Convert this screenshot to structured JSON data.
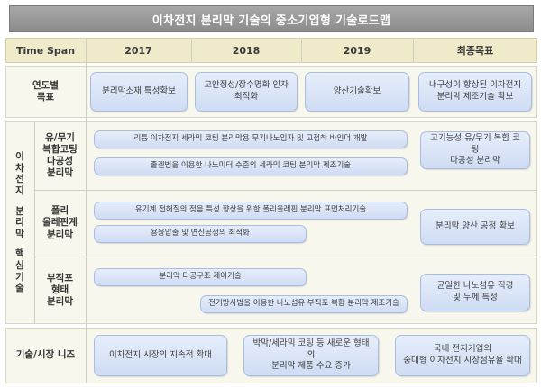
{
  "title": "이차전지 분리막 기술의 중소기업형 기술로드맵",
  "header": {
    "time_span": "Time Span",
    "columns": [
      "2017",
      "2018",
      "2019",
      "최종목표"
    ]
  },
  "goals": {
    "label": "연도별\n목표",
    "items": [
      "분리막소재 특성확보",
      "고안정성/장수명화 인자\n최적화",
      "양산기술확보",
      "내구성이 향상된 이차전지\n분리막 제조기술 확보"
    ]
  },
  "core": {
    "vertical_label_top": [
      "이",
      "차",
      "전",
      "지"
    ],
    "vertical_label_mid": [
      "분",
      "리",
      "막"
    ],
    "vertical_label_bot": [
      "핵",
      "심",
      "기",
      "술"
    ],
    "sections": [
      {
        "label": "유/무기\n복합코팅\n다공성\n분리막",
        "bars": [
          "리튬 이차전지 세라믹 코팅 분리막용 무기나노입자 및 고접착 바인더 개발",
          "졸겔법을 이용한 나노미터 수준의 세라믹 코팅 분리막 제조기술"
        ],
        "goal": "고기능성 유/무기 복합 코팅\n다공성 분리막"
      },
      {
        "label": "폴리\n올레핀계\n분리막",
        "bars": [
          "유기계 전해질의 젖음 특성 향상을 위한 폴리올레핀 분리막 표면처리기술",
          "용융압출 및 연신공정의 최적화"
        ],
        "goal": "분리막 양산 공정 확보"
      },
      {
        "label": "부직포\n형태\n분리막",
        "bars": [
          "분리막 다공구조 제어기술",
          "전기방사법을 이용한 나노섬유 부직포 복합 분리막 제조기술"
        ],
        "goal": "균일한 나노섬유 직경\n및 두께 특성"
      }
    ]
  },
  "needs": {
    "label": "기술/시장 니즈",
    "items": [
      "이차전지 시장의 지속적 확대",
      "박막/세라믹 코팅 등 새로운 형태의\n분리막 제품 수요 증가",
      "국내 전지기업의\n중대형 이차전지 시장점유율 확대"
    ]
  }
}
